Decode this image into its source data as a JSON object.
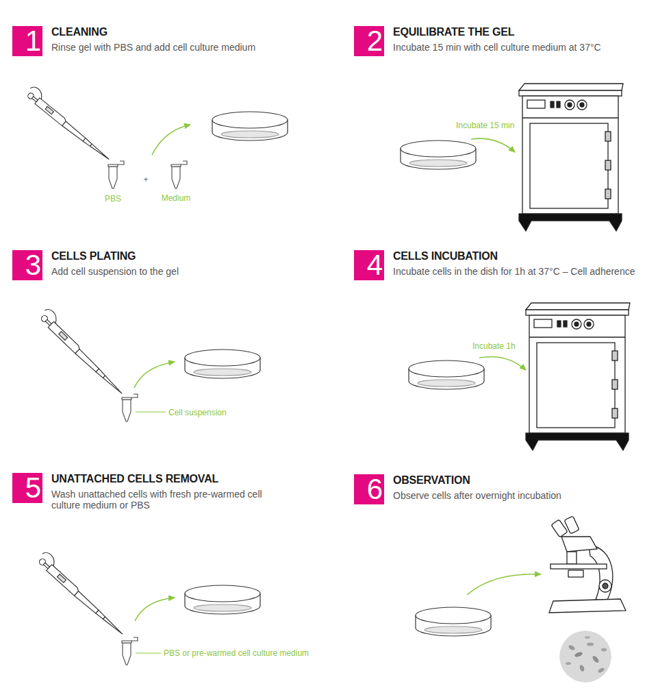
{
  "diagram": {
    "nodes": [
      {
        "text": [
          "1",
          "CLEANING",
          "Rinse gel with PBS and add cell culture medium"
        ]
      },
      {
        "text": [
          "2",
          "EQUILIBRATE THE GEL",
          "Incubate 15 min with cell culture medium at 37°C"
        ]
      },
      {
        "text": [
          "3",
          "CELLS PLATING",
          "Add cell suspension to the gel"
        ]
      },
      {
        "text": [
          "4",
          "CELLS INCUBATION",
          "Incubate cells in the dish for 1h at 37°C – Cell adherence"
        ]
      },
      {
        "text": [
          "5",
          "UNATTACHED CELLS REMOVAL",
          "Wash unattached cells with fresh pre-warmed cell culture medium or PBS"
        ]
      },
      {
        "text": [
          "6",
          "OBSERVATION",
          "Observe cells after overnight incubation"
        ]
      }
    ],
    "labels": [
      "PBS",
      "+",
      "Medium",
      "Incubate 15 min",
      "Cell suspension",
      "Incubate 1h",
      "PBS or pre-warmed cell culture medium"
    ]
  }
}
